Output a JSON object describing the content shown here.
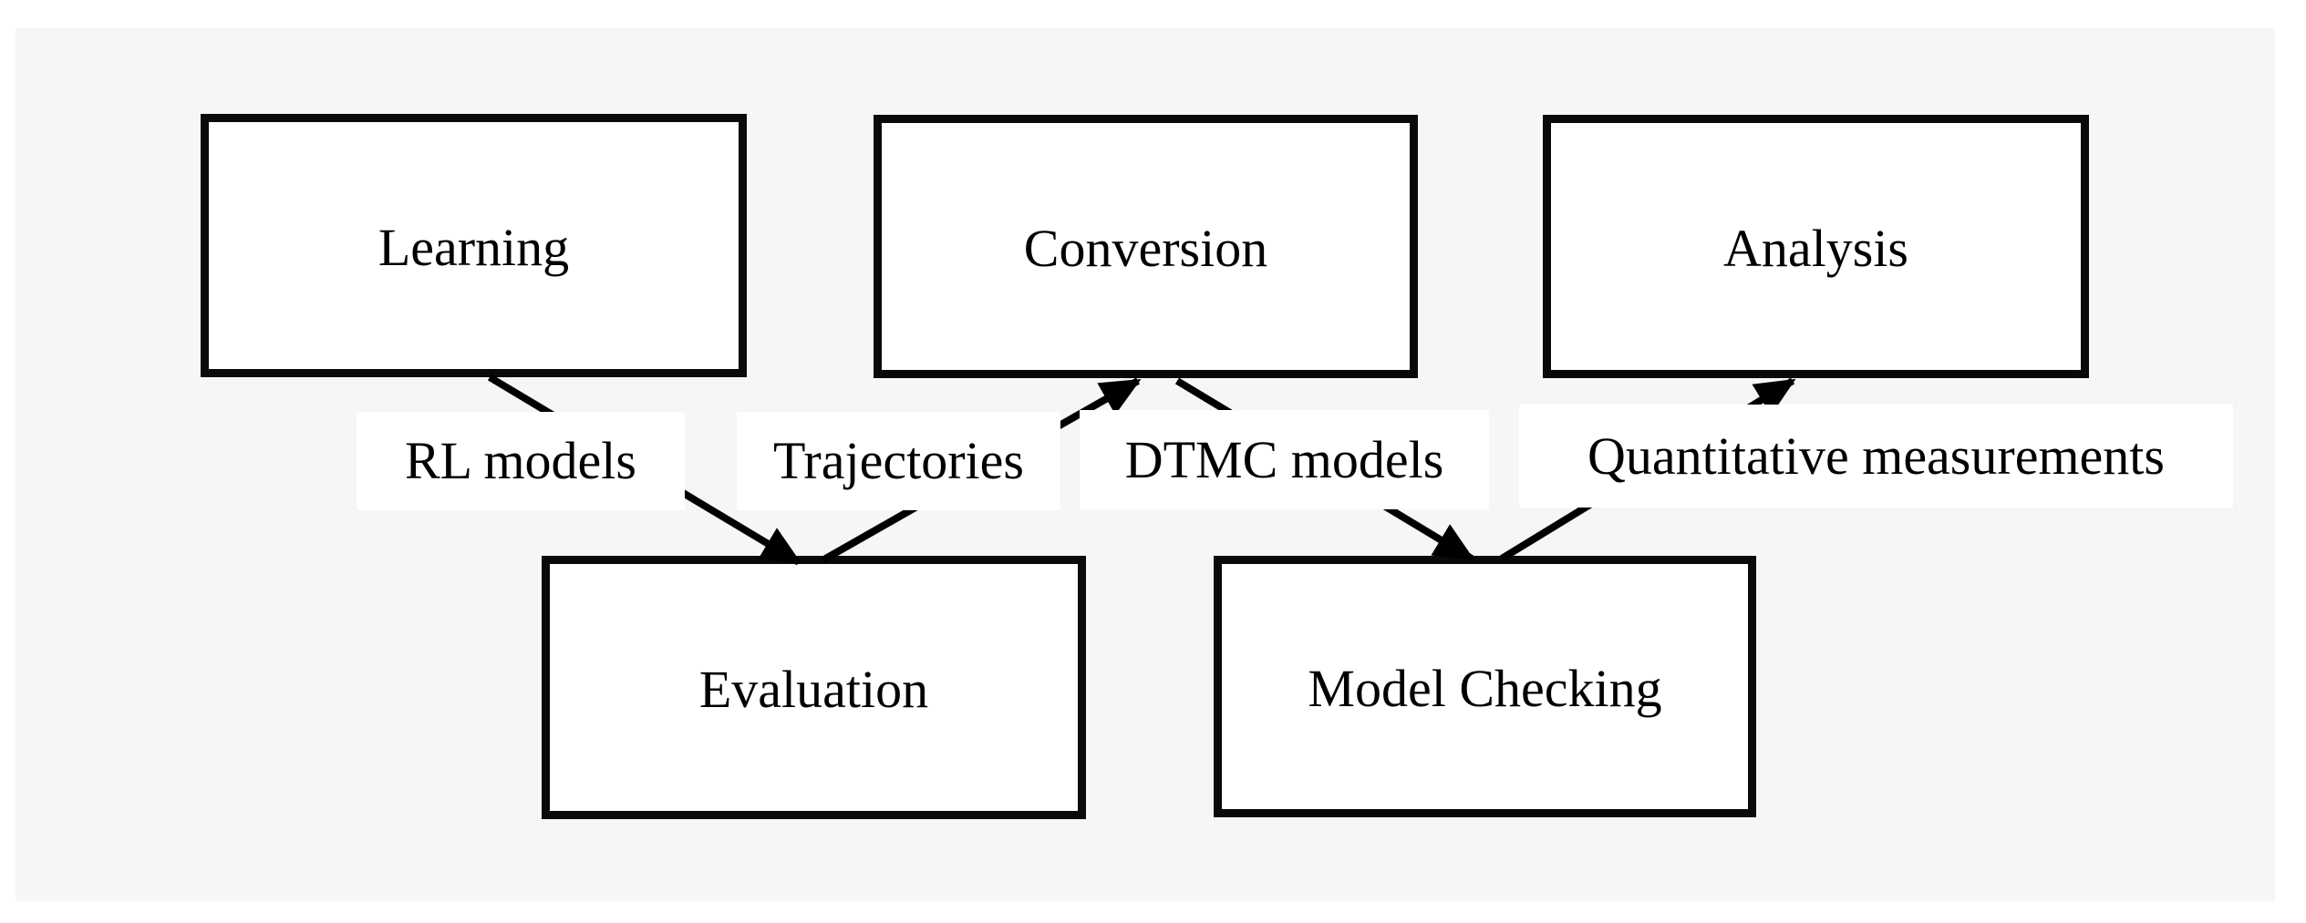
{
  "diagram": {
    "nodes": [
      {
        "id": "learning",
        "label": "Learning"
      },
      {
        "id": "conversion",
        "label": "Conversion"
      },
      {
        "id": "analysis",
        "label": "Analysis"
      },
      {
        "id": "evaluation",
        "label": "Evaluation"
      },
      {
        "id": "model-checking",
        "label": "Model Checking"
      }
    ],
    "edges": [
      {
        "from": "Learning",
        "to": "Evaluation",
        "label": "RL models"
      },
      {
        "from": "Evaluation",
        "to": "Conversion",
        "label": "Trajectories"
      },
      {
        "from": "Conversion",
        "to": "Model Checking",
        "label": "DTMC models"
      },
      {
        "from": "Model Checking",
        "to": "Analysis",
        "label": "Quantitative measurements"
      }
    ],
    "colors": {
      "page_background": "#ffffff",
      "panel_background": "#f5f6f8",
      "box_fill": "#ffffff",
      "box_border": "#0a0a0a",
      "arrow": "#000000",
      "text": "#000000"
    }
  }
}
